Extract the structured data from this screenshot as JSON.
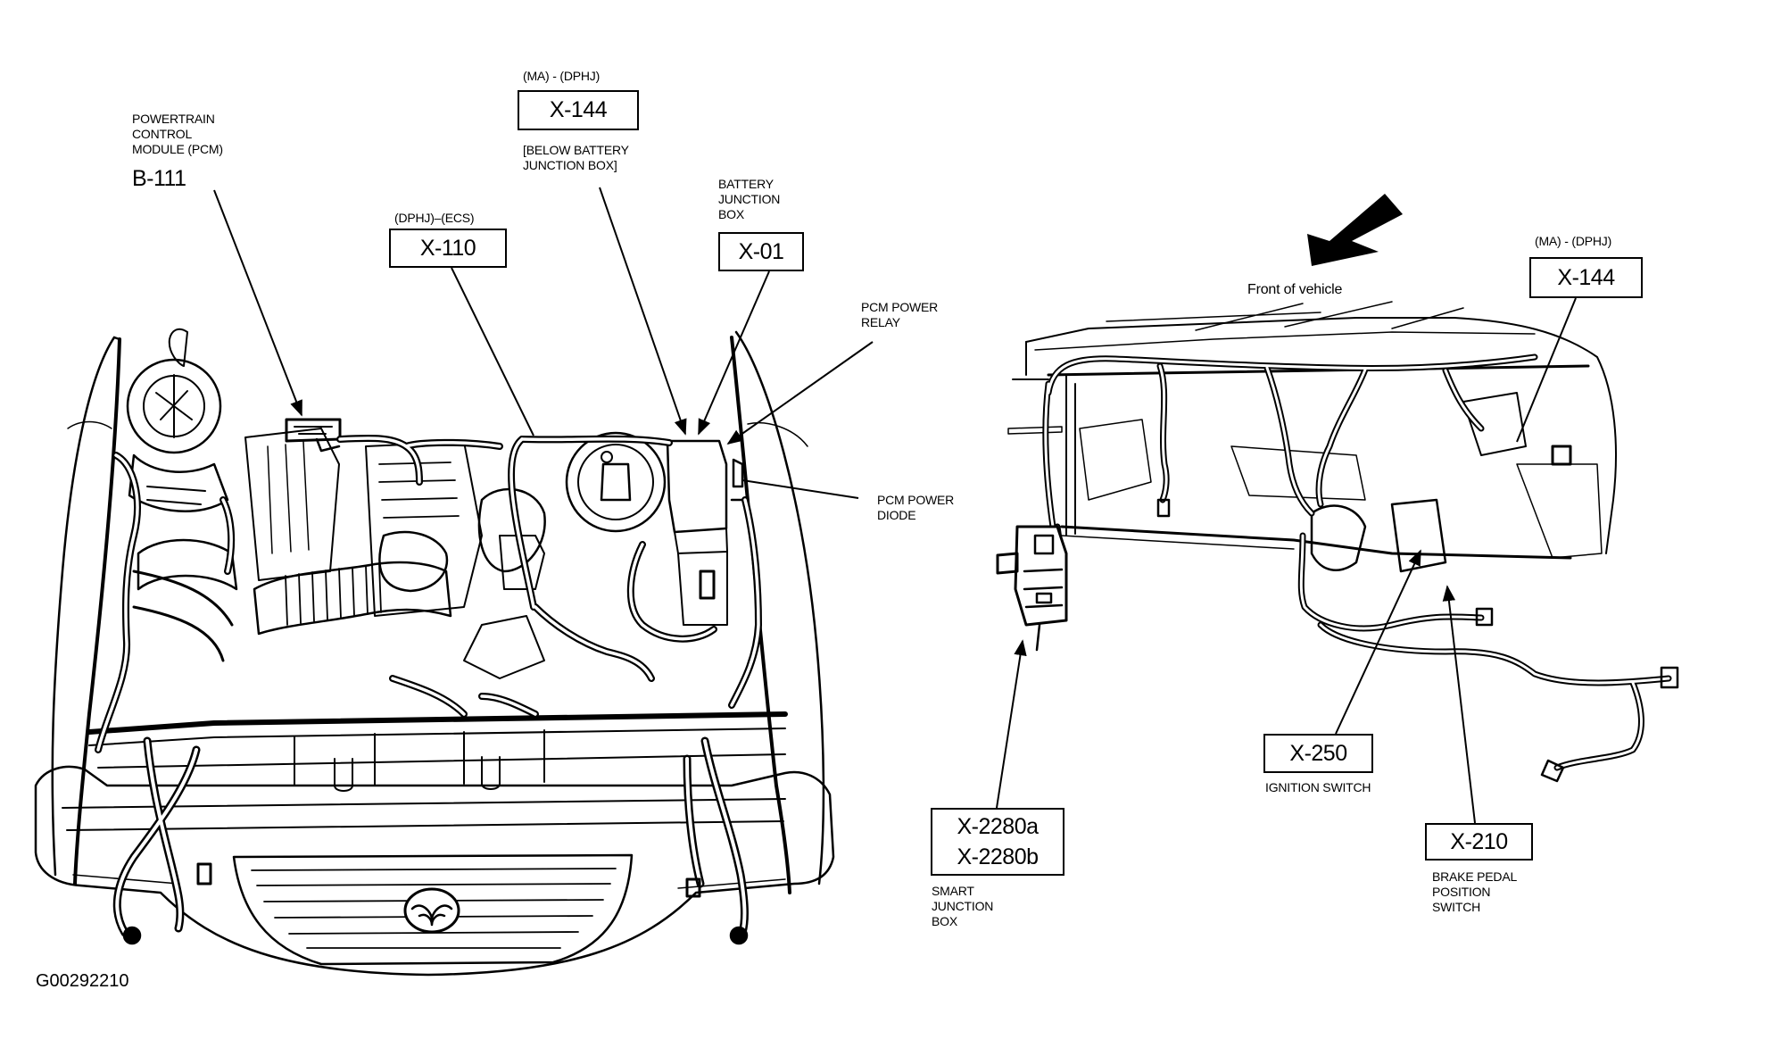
{
  "figure_id": "G00292210",
  "engine_view": {
    "pcm": {
      "label": "POWERTRAIN\nCONTROL\nMODULE (PCM)",
      "code": "B-111"
    },
    "x144": {
      "qualifier": "(MA) - (DPHJ)",
      "code": "X-144",
      "note": "[BELOW BATTERY\nJUNCTION BOX]"
    },
    "x110": {
      "qualifier": "(DPHJ)–(ECS)",
      "code": "X-110"
    },
    "x01": {
      "label": "BATTERY\nJUNCTION\nBOX",
      "code": "X-01"
    },
    "relay": {
      "label": "PCM POWER\nRELAY"
    },
    "diode": {
      "label": "PCM POWER\nDIODE"
    }
  },
  "dash_view": {
    "direction": {
      "label": "Front of vehicle",
      "icon": "front-direction-arrow-icon"
    },
    "x144": {
      "qualifier": "(MA) - (DPHJ)",
      "code": "X-144"
    },
    "x2280": {
      "codes": [
        "X-2280a",
        "X-2280b"
      ],
      "label": "SMART\nJUNCTION\nBOX"
    },
    "x250": {
      "code": "X-250",
      "label": "IGNITION SWITCH"
    },
    "x210": {
      "code": "X-210",
      "label": "BRAKE PEDAL\nPOSITION\nSWITCH"
    }
  }
}
